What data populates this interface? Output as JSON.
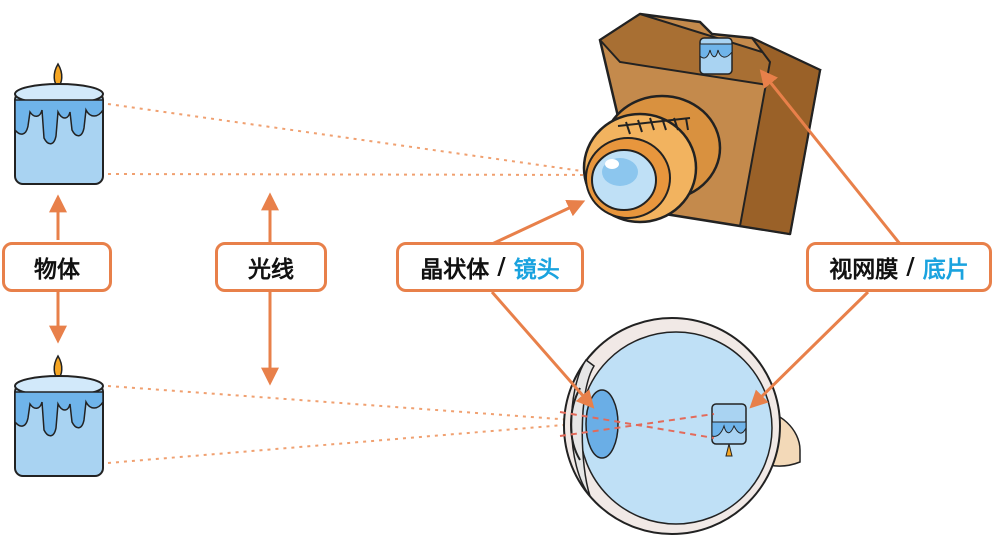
{
  "labels": {
    "object": "物体",
    "light": "光线",
    "lens_bio": "晶状体",
    "lens_sep": "/",
    "lens_cam": "镜头",
    "retina_bio": "视网膜",
    "retina_sep": "/",
    "retina_cam": "底片"
  },
  "colors": {
    "accent_orange": "#e8804a",
    "highlight_blue": "#1aa3df",
    "candle_blue": "#a9d3f2",
    "camera_brown": "#c48a4c",
    "eye_blue": "#bfe0f6"
  },
  "icons": [
    "candle-top-icon",
    "candle-bottom-icon",
    "camera-icon",
    "eye-icon"
  ]
}
